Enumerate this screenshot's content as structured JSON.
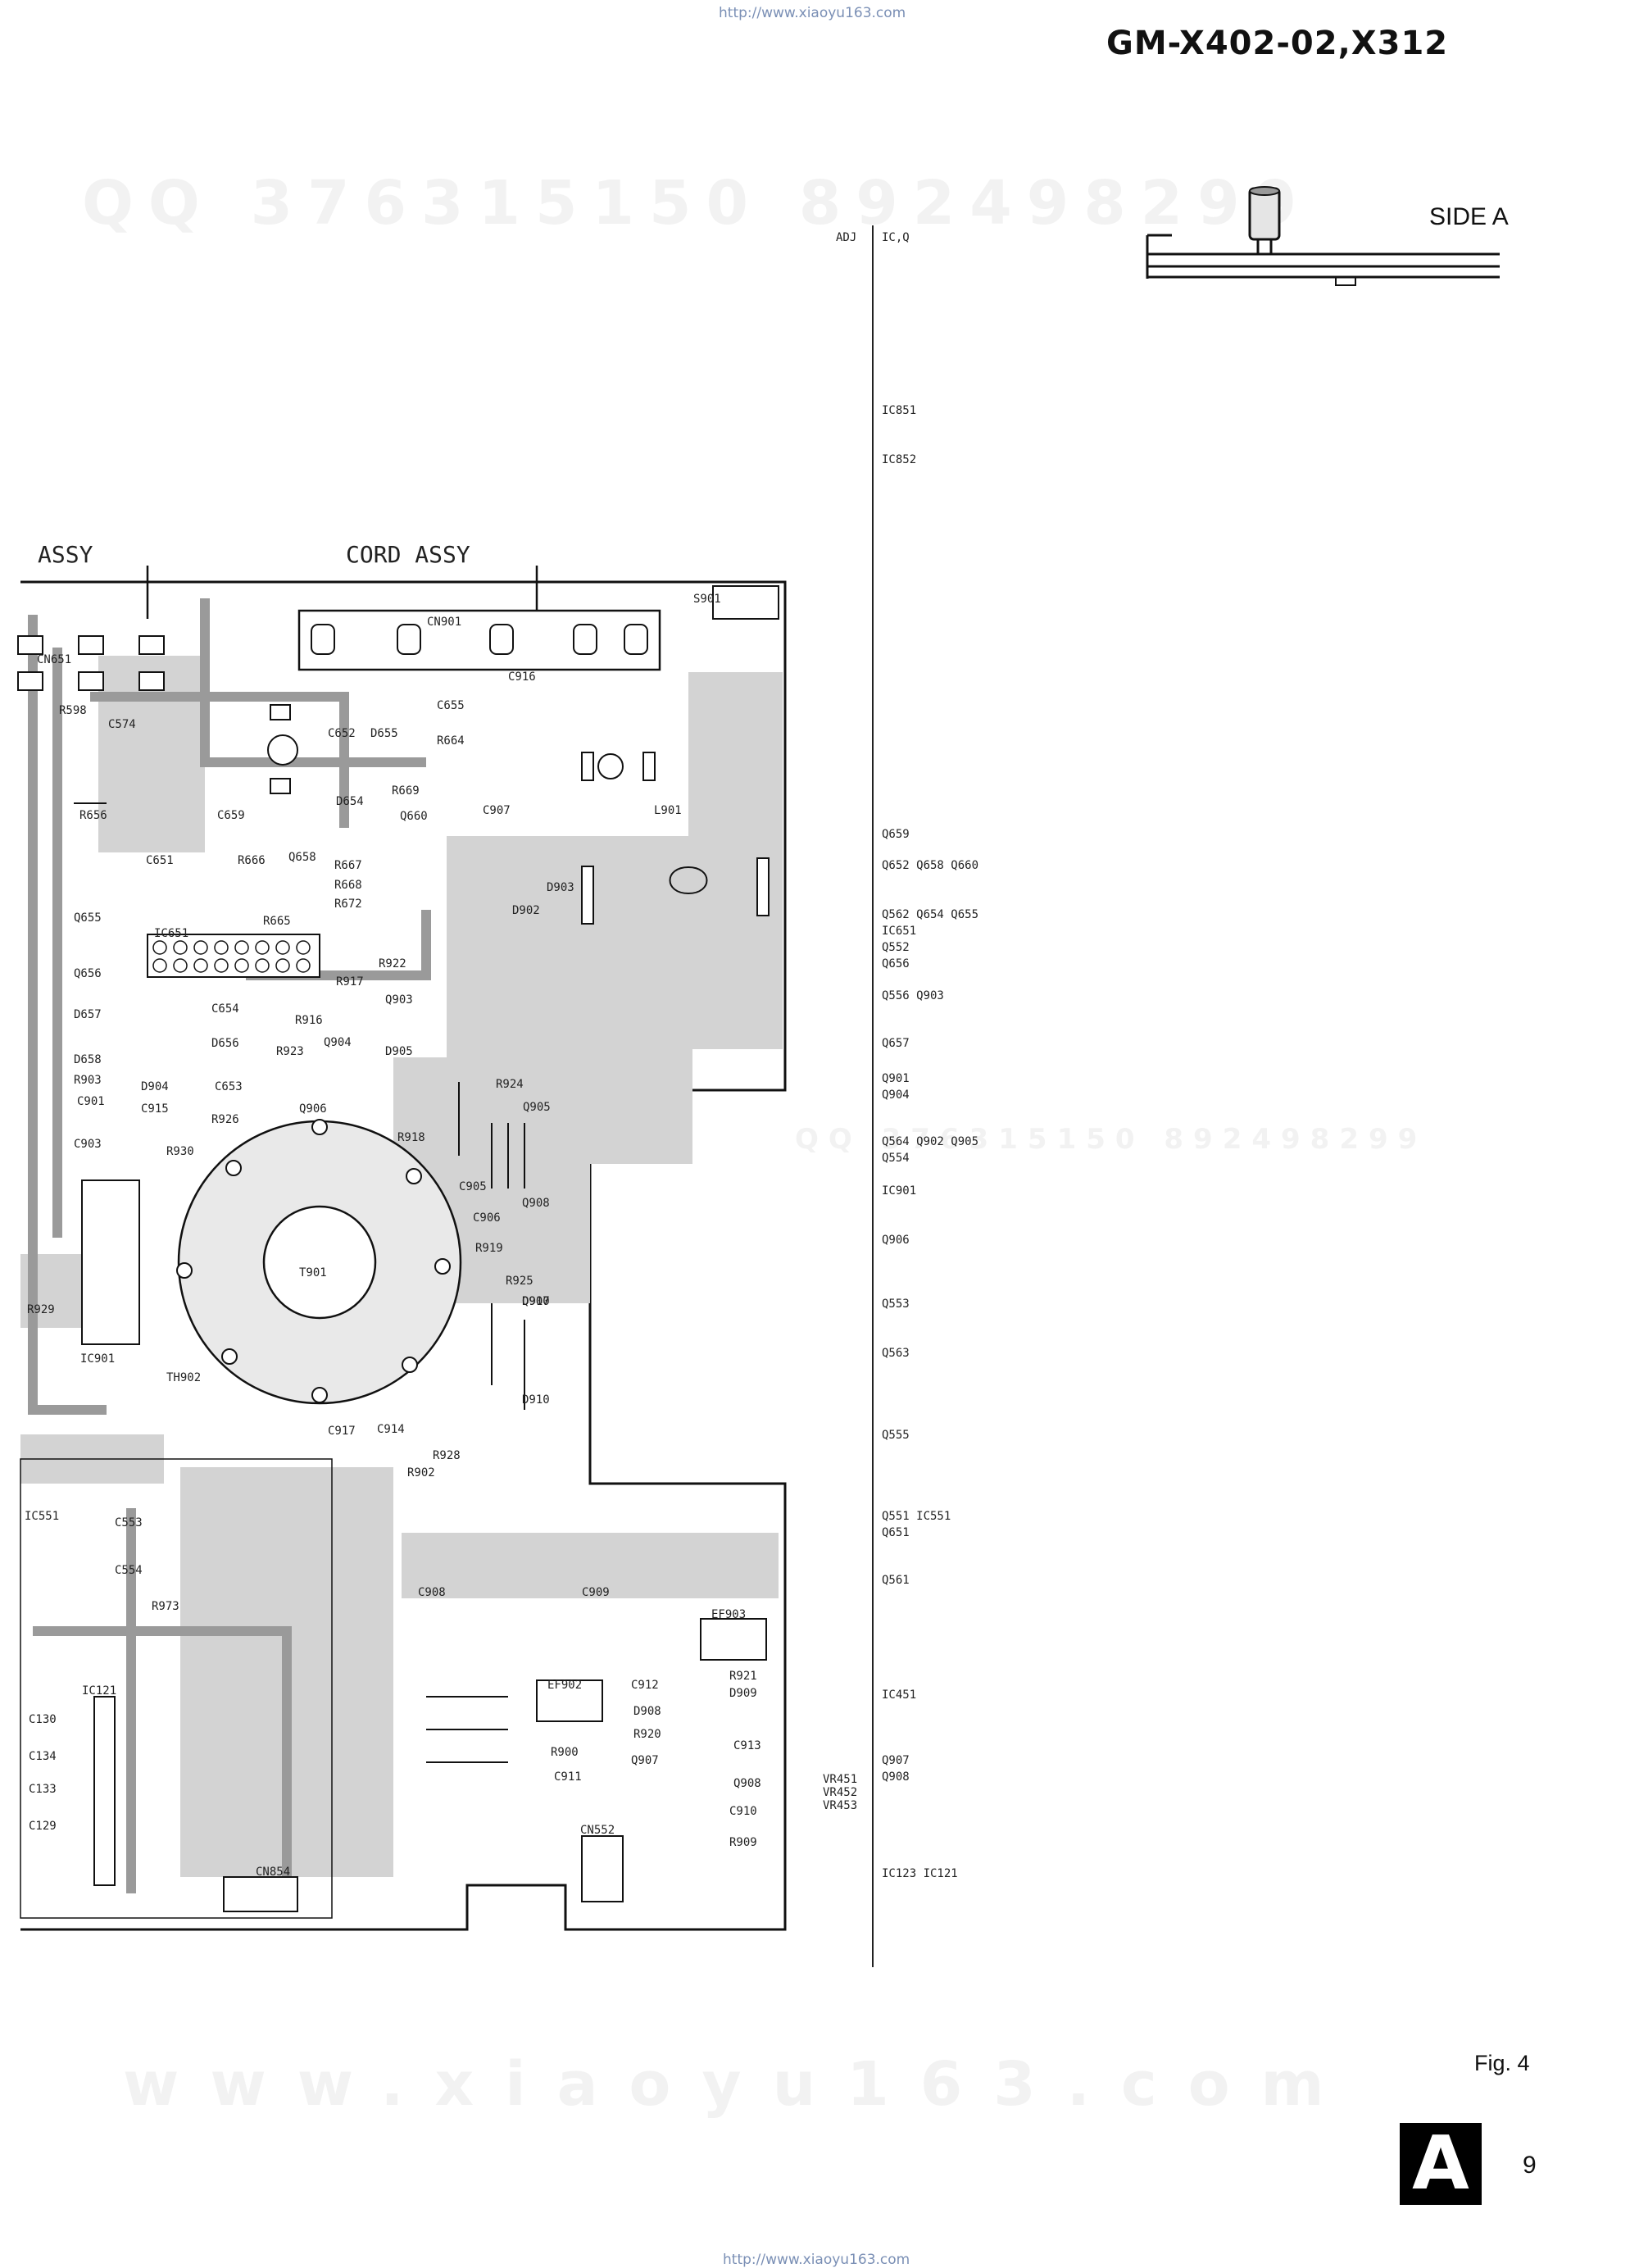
{
  "header": {
    "url_top": "http://www.xiaoyu163.com",
    "model": "GM-X402-02,X312"
  },
  "footer": {
    "url_bottom": "http://www.xiaoyu163.com",
    "fig_label": "Fig. 4",
    "page_letter": "A",
    "page_number": "9"
  },
  "side_view": {
    "label": "SIDE A"
  },
  "watermarks": {
    "qq_top": "QQ 376315150     892498299",
    "qq_mid": "QQ 376315150   892498299",
    "site": "www.xiaoyu163.com"
  },
  "board": {
    "arrow_labels": [
      "ASSY",
      "CORD ASSY"
    ],
    "parts": [
      "CN651",
      "R598",
      "C574",
      "C655",
      "C652",
      "D655",
      "R664",
      "C916",
      "S901",
      "CN901",
      "R656",
      "C659",
      "D654",
      "R669",
      "C907",
      "L901",
      "C651",
      "R666",
      "Q658",
      "Q660",
      "R667",
      "R668",
      "R672",
      "D903",
      "D902",
      "Q655",
      "IC651",
      "R665",
      "R922",
      "Q656",
      "C654",
      "R917",
      "Q903",
      "D657",
      "D656",
      "R916",
      "D905",
      "D658",
      "R903",
      "C653",
      "R923",
      "Q904",
      "D904",
      "C901",
      "C915",
      "R926",
      "Q906",
      "R924",
      "Q905",
      "C903",
      "R930",
      "R918",
      "C905",
      "Q908",
      "C906",
      "Q910",
      "R919",
      "T901",
      "R925",
      "R929",
      "IC901",
      "TH902",
      "D907",
      "D910",
      "C917",
      "C914",
      "R928",
      "R902",
      "IC551",
      "C553",
      "C554",
      "R973",
      "C908",
      "C909",
      "EF903",
      "IC121",
      "C130",
      "EF902",
      "C912",
      "R921",
      "D909",
      "D908",
      "R920",
      "C913",
      "C134",
      "R900",
      "C911",
      "Q907",
      "Q908",
      "C133",
      "C129",
      "CN552",
      "C910",
      "R909",
      "CN854"
    ]
  },
  "index_column": {
    "header_adj": "ADJ",
    "header_icq": "IC,Q",
    "rows": [
      "IC851",
      "IC852",
      "Q659",
      "Q652  Q658  Q660",
      "Q562  Q654  Q655",
      "IC651",
      "Q552",
      "Q656",
      "Q556  Q903",
      "Q657",
      "Q901",
      "Q904",
      "Q564  Q902  Q905",
      "Q554",
      "IC901",
      "Q906",
      "Q553",
      "Q563",
      "Q555",
      "Q551  IC551",
      "Q651",
      "Q561",
      "IC451",
      "Q907",
      "Q908",
      "IC123  IC121"
    ],
    "adj_items": [
      "VR451",
      "VR452",
      "VR453"
    ]
  }
}
